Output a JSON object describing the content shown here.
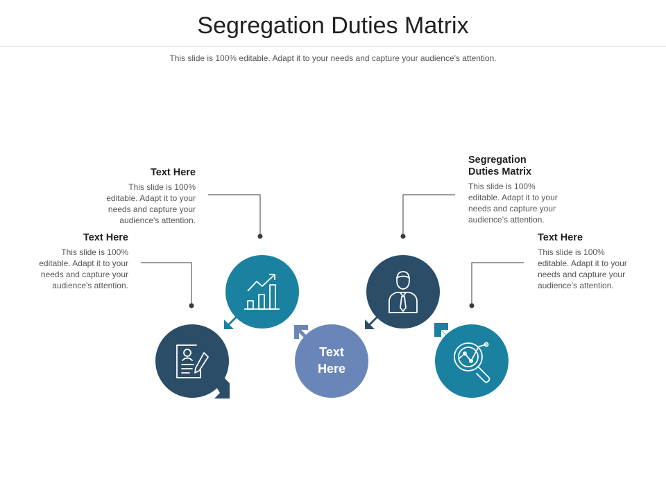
{
  "title": "Segregation Duties Matrix",
  "subtitle": "This slide is 100% editable. Adapt it to your needs and capture your audience's attention.",
  "center": {
    "label_line1": "Text",
    "label_line2": "Here"
  },
  "blocks": {
    "top_left": {
      "heading": "Text Here",
      "body": [
        "This slide is 100%",
        "editable. Adapt it to your",
        "needs and capture your",
        "audience's attention."
      ]
    },
    "mid_left": {
      "heading": "Text Here",
      "body": [
        "This slide is 100%",
        "editable. Adapt it to your",
        "needs and capture your",
        "audience's attention."
      ]
    },
    "top_right": {
      "heading_line1": "Segregation",
      "heading_line2": "Duties Matrix",
      "body": [
        "This slide is 100%",
        "editable. Adapt it to your",
        "needs and capture your",
        "audience's attention."
      ]
    },
    "mid_right": {
      "heading": "Text Here",
      "body": [
        "This slide is 100%",
        "editable. Adapt it to your",
        "needs and capture your",
        "audience's attention."
      ]
    }
  },
  "colors": {
    "navy": "#2b4d68",
    "teal": "#1a82a0",
    "periwinkle": "#6a86b8",
    "connector": "#3a3a3a"
  },
  "icons": [
    "document-pen-icon",
    "growth-chart-icon",
    "businessman-icon",
    "analytics-magnifier-icon"
  ]
}
